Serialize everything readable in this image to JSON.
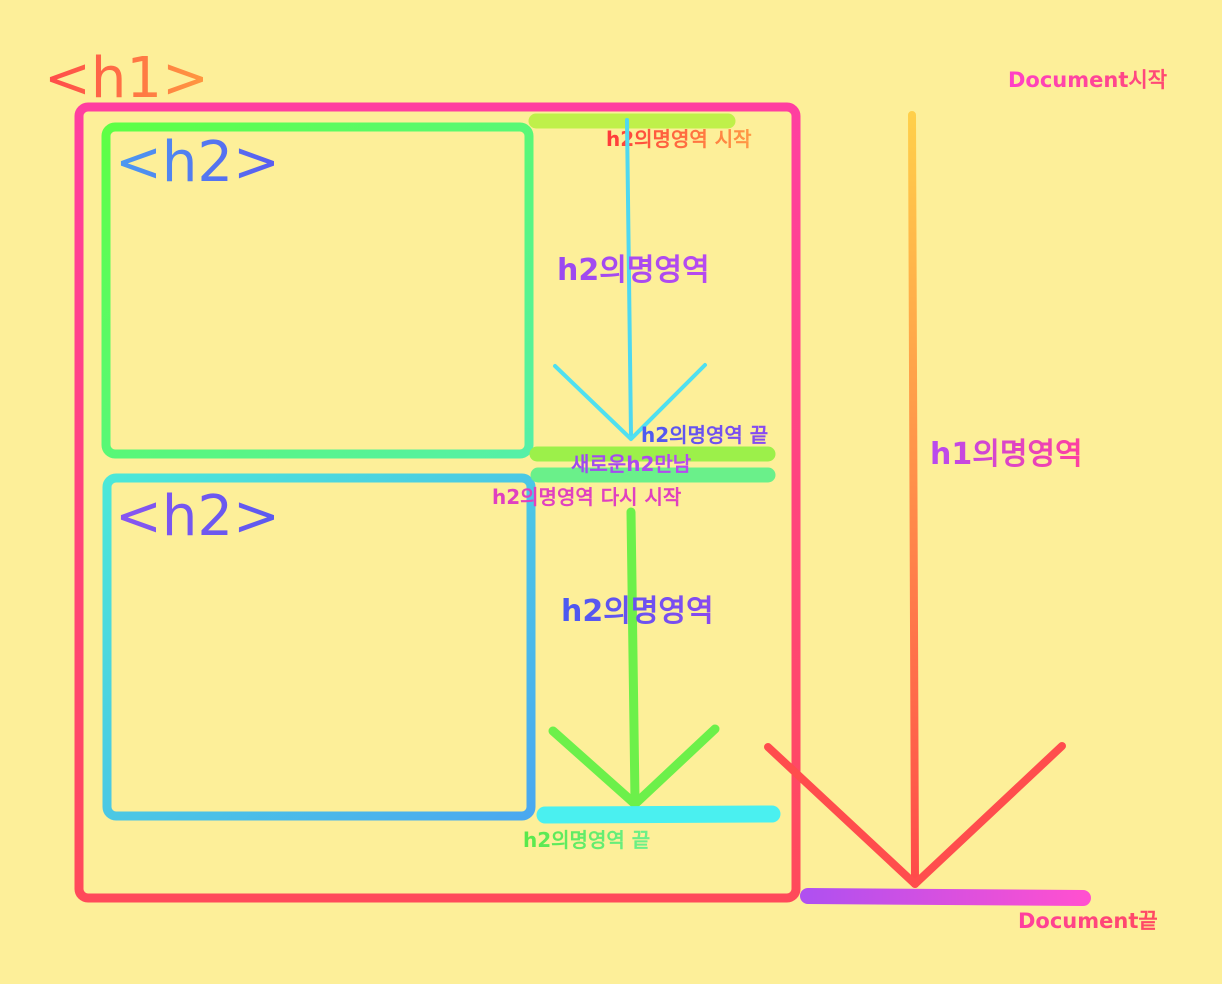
{
  "labels": {
    "h1_tag": "<h1>",
    "h2_tag_top": "<h2>",
    "h2_tag_bottom": "<h2>",
    "doc_start": "Document시작",
    "doc_end": "Document끝",
    "h2_area_start": "h2의명영역 시작",
    "h2_area_1": "h2의명영역",
    "h2_area_end_1": "h2의명영역 끝",
    "new_h2_meet": "새로운h2만남",
    "h2_area_restart": "h2의명영역 다시 시작",
    "h2_area_2": "h2의명영역",
    "h2_area_end_2": "h2의명영역 끝",
    "h1_area": "h1의명영역"
  },
  "colors": {
    "background": "#fdef99",
    "h1_box": "#ff3d7f",
    "h2_box_top": "#5dff5a",
    "h2_box_bottom": "#4cdde8",
    "document_bars": "#ff4fa8",
    "h1_arrow": "#ff4d4d",
    "h2_arrow_top": "#4fd8f0",
    "h2_arrow_bottom": "#6cf04a",
    "label_purple": "#9b4df0",
    "label_magenta": "#e040c0"
  }
}
